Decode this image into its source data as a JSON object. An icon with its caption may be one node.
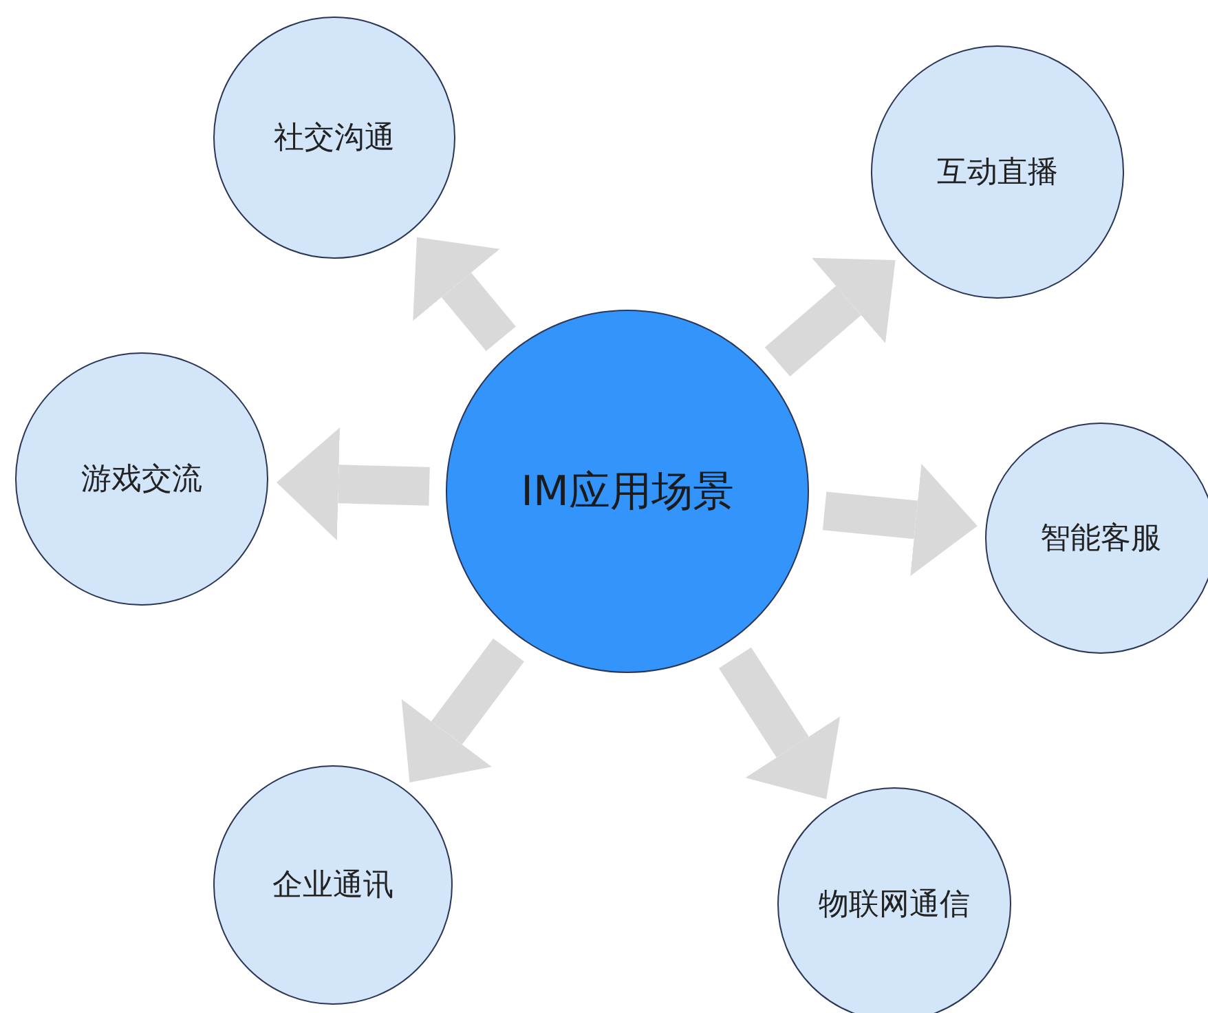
{
  "diagram": {
    "nodes": [
      {
        "text": [
          "IM应用场景"
        ]
      },
      {
        "text": [
          "社交沟通"
        ]
      },
      {
        "text": [
          "互动直播"
        ]
      },
      {
        "text": [
          "游戏交流"
        ]
      },
      {
        "text": [
          "智能客服"
        ]
      },
      {
        "text": [
          "企业通讯"
        ]
      },
      {
        "text": [
          "物联网通信"
        ]
      }
    ],
    "edges": [
      {
        "from": 0,
        "to": 1,
        "arrow": "to"
      },
      {
        "from": 0,
        "to": 2,
        "arrow": "to"
      },
      {
        "from": 0,
        "to": 3,
        "arrow": "to"
      },
      {
        "from": 0,
        "to": 4,
        "arrow": "to"
      },
      {
        "from": 0,
        "to": 5,
        "arrow": "to"
      },
      {
        "from": 0,
        "to": 6,
        "arrow": "to"
      }
    ]
  }
}
